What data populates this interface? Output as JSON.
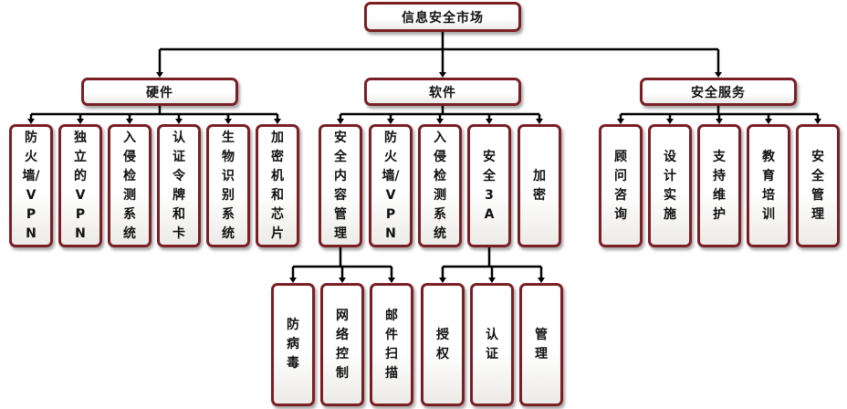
{
  "colors": {
    "border": "#7a1f24",
    "connector": "#000000"
  },
  "diagram": {
    "root": "信息安全市场",
    "categories": [
      "硬件",
      "软件",
      "安全服务"
    ],
    "hardware": [
      "防火墙/VPN",
      "独立的VPN",
      "入侵检测系统",
      "认证令牌和卡",
      "生物识别系统",
      "加密机和芯片"
    ],
    "software": [
      "安全内容管理",
      "防火墙/VPN",
      "入侵检测系统",
      "安全3A",
      "加密"
    ],
    "services": [
      "顾问咨询",
      "设计实施",
      "支持维护",
      "教育培训",
      "安全管理"
    ],
    "content_mgmt": [
      "防病毒",
      "网络控制",
      "邮件扫描"
    ],
    "aaa": [
      "授权",
      "认证",
      "管理"
    ]
  }
}
